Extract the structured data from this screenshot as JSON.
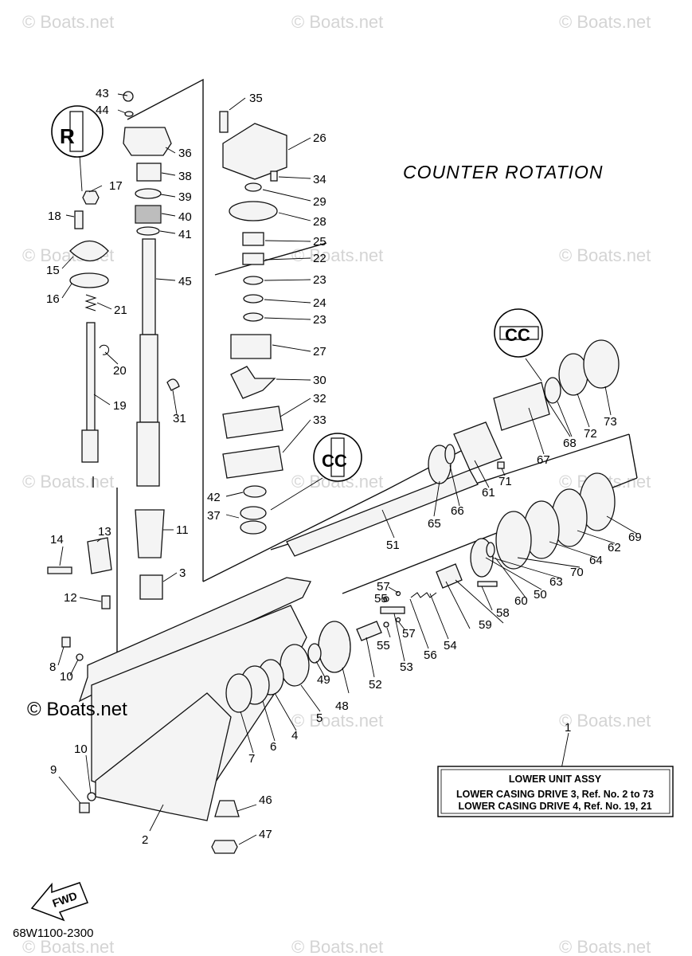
{
  "title": "COUNTER ROTATION",
  "watermark": "© Boats.net",
  "copyright": "© Boats.net",
  "drawing_number": "68W1100-2300",
  "fwd_label": "FWD",
  "shaft_marks": {
    "left": "R",
    "right": "CC"
  },
  "info_box": {
    "ref_number": "1",
    "heading": "LOWER UNIT ASSY",
    "line1": "LOWER CASING DRIVE 3, Ref. No. 2 to 73",
    "line2": "LOWER CASING DRIVE 4, Ref. No. 19, 21"
  },
  "labels": [
    "43",
    "44",
    "36",
    "38",
    "39",
    "40",
    "41",
    "45",
    "35",
    "26",
    "34",
    "29",
    "28",
    "25",
    "22",
    "23",
    "24",
    "23",
    "27",
    "30",
    "32",
    "33",
    "17",
    "18",
    "15",
    "16",
    "21",
    "20",
    "19",
    "31",
    "42",
    "37",
    "11",
    "3",
    "13",
    "14",
    "12",
    "8",
    "10",
    "9",
    "10",
    "7",
    "6",
    "4",
    "5",
    "49",
    "48",
    "52",
    "53",
    "55",
    "55",
    "57",
    "57",
    "56",
    "54",
    "58",
    "59",
    "60",
    "50",
    "63",
    "70",
    "64",
    "62",
    "69",
    "61",
    "65",
    "66",
    "67",
    "68",
    "72",
    "73",
    "71",
    "51",
    "46",
    "47",
    "2"
  ]
}
